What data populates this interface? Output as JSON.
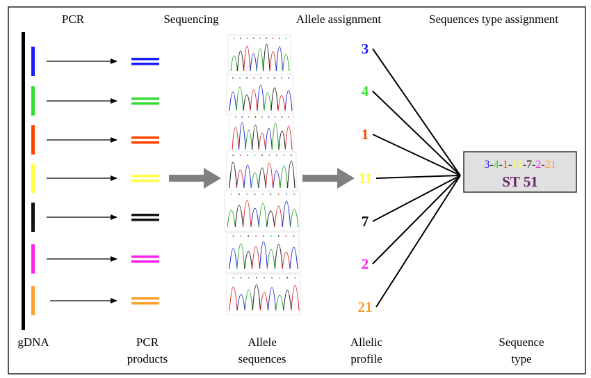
{
  "headers": {
    "pcr": "PCR",
    "sequencing": "Sequencing",
    "allele_assignment": "Allele assignment",
    "st_assignment": "Sequences type assignment"
  },
  "bottom_labels": {
    "gdna": "gDNA",
    "pcr_products_1": "PCR",
    "pcr_products_2": "products",
    "allele_sequences_1": "Allele",
    "allele_sequences_2": "sequences",
    "allelic_profile_1": "Allelic",
    "allelic_profile_2": "profile",
    "sequence_type_1": "Sequence",
    "sequence_type_2": "type"
  },
  "loci": [
    {
      "allele": "3",
      "color": "#1a1aff"
    },
    {
      "allele": "4",
      "color": "#33dd33"
    },
    {
      "allele": "1",
      "color": "#ff4400"
    },
    {
      "allele": "11",
      "color": "#ffff44"
    },
    {
      "allele": "7",
      "color": "#111111"
    },
    {
      "allele": "2",
      "color": "#ff22ee"
    },
    {
      "allele": "21",
      "color": "#ffa033"
    }
  ],
  "profile": {
    "separator": "-",
    "parts": [
      "3",
      "4",
      "1",
      "11",
      "7",
      "2",
      "21"
    ],
    "part_colors": [
      "#1a1aff",
      "#33dd33",
      "#ff4400",
      "#ffff44",
      "#111111",
      "#ff22ee",
      "#ffa033"
    ]
  },
  "sequence_type": {
    "label": "ST 51",
    "color": "#662266"
  },
  "colors": {
    "frame": "#222222",
    "fat_arrow": "#808080",
    "st_box_fill": "#e0e0e0"
  }
}
